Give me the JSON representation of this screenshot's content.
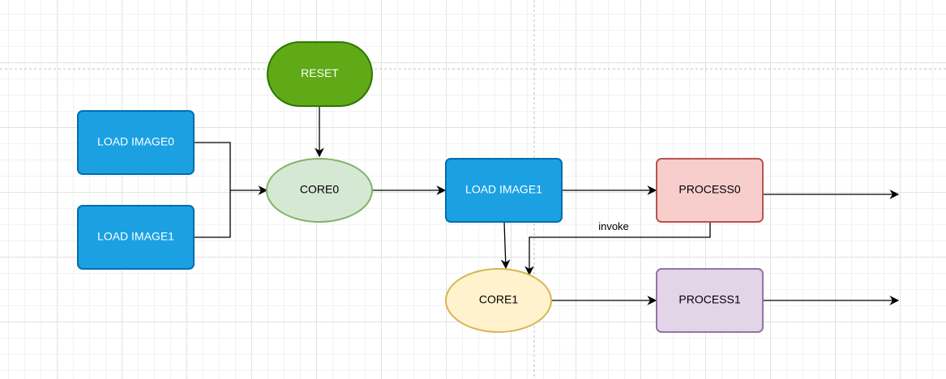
{
  "diagram": {
    "nodes": [
      {
        "id": "reset",
        "label": "RESET",
        "fill": "#60a917",
        "stroke": "#2d7600",
        "text": "#ffffff"
      },
      {
        "id": "load_image0",
        "label": "LOAD IMAGE0",
        "fill": "#1ba1e2",
        "stroke": "#006eaf",
        "text": "#ffffff"
      },
      {
        "id": "load_image1_left",
        "label": "LOAD IMAGE1",
        "fill": "#1ba1e2",
        "stroke": "#006eaf",
        "text": "#ffffff"
      },
      {
        "id": "core0",
        "label": "CORE0",
        "fill": "#d5e8d4",
        "stroke": "#82b366",
        "text": "#000000"
      },
      {
        "id": "load_image1_mid",
        "label": "LOAD IMAGE1",
        "fill": "#1ba1e2",
        "stroke": "#006eaf",
        "text": "#ffffff"
      },
      {
        "id": "process0",
        "label": "PROCESS0",
        "fill": "#f8cecc",
        "stroke": "#b85450",
        "text": "#000000"
      },
      {
        "id": "core1",
        "label": "CORE1",
        "fill": "#fff2cc",
        "stroke": "#d6b656",
        "text": "#000000"
      },
      {
        "id": "process1",
        "label": "PROCESS1",
        "fill": "#e1d5e7",
        "stroke": "#9673a6",
        "text": "#000000"
      }
    ],
    "edges": [
      {
        "from": "reset",
        "to": "core0",
        "label": ""
      },
      {
        "from": "load_image0",
        "to": "core0",
        "label": ""
      },
      {
        "from": "load_image1_left",
        "to": "core0",
        "label": ""
      },
      {
        "from": "core0",
        "to": "load_image1_mid",
        "label": ""
      },
      {
        "from": "load_image1_mid",
        "to": "process0",
        "label": ""
      },
      {
        "from": "load_image1_mid",
        "to": "core1",
        "label": ""
      },
      {
        "from": "process0",
        "to": "core1",
        "label": "invoke"
      },
      {
        "from": "process0",
        "to": "out0",
        "label": ""
      },
      {
        "from": "core1",
        "to": "process1",
        "label": ""
      },
      {
        "from": "process1",
        "to": "out1",
        "label": ""
      }
    ]
  }
}
